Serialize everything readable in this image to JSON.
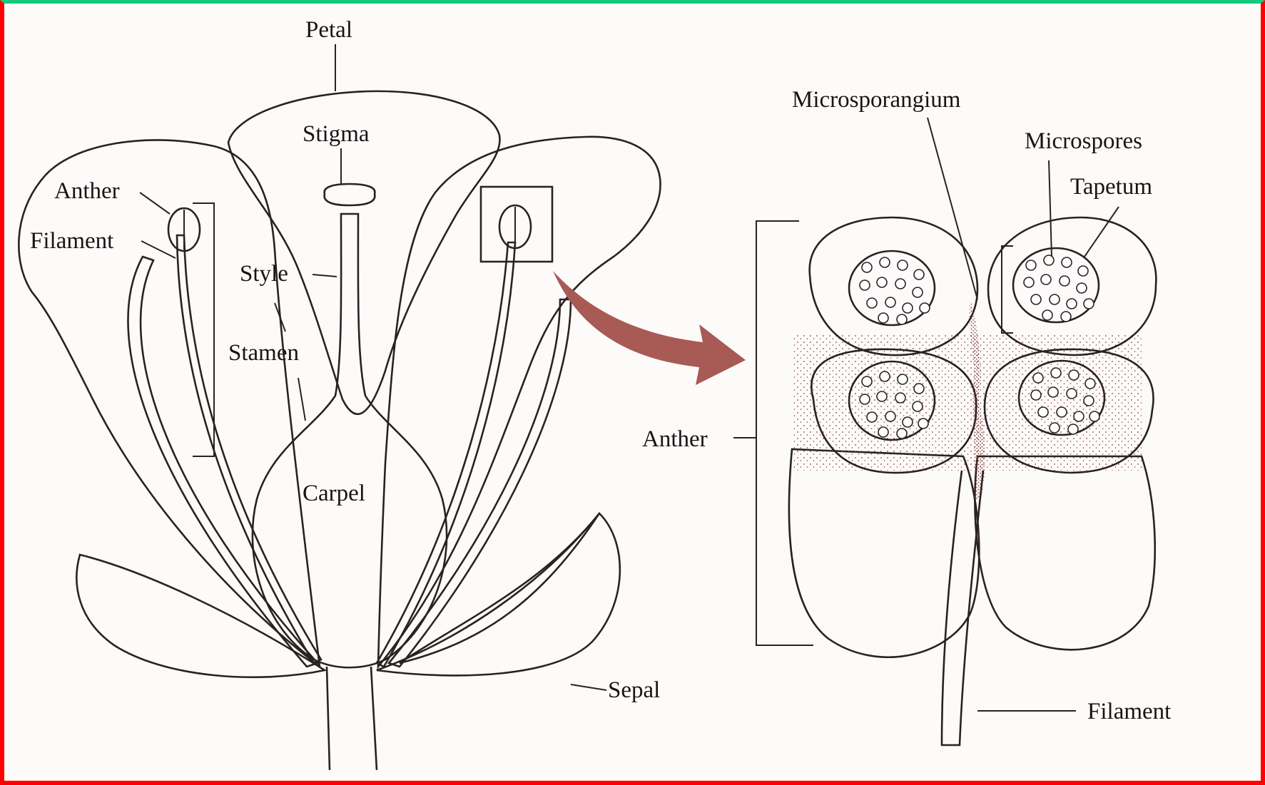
{
  "labels": {
    "petal": "Petal",
    "stigma": "Stigma",
    "anther_left": "Anther",
    "filament_left": "Filament",
    "style": "Style",
    "stamen": "Stamen",
    "carpel": "Carpel",
    "sepal": "Sepal",
    "microsporangium": "Microsporangium",
    "microspores": "Microspores",
    "tapetum": "Tapetum",
    "anther_right": "Anther",
    "filament_right": "Filament"
  },
  "colors": {
    "ink": "#2a2222",
    "stipple": "#8a3f3f",
    "arrow": "#a85a55",
    "border_side": "#ff0000",
    "border_top": "#14c97a"
  }
}
